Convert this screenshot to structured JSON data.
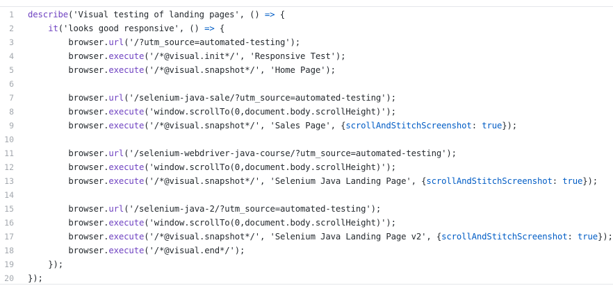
{
  "code": {
    "lines": [
      {
        "n": "1",
        "indent": 0,
        "tokens": [
          {
            "t": "describe",
            "k": "func"
          },
          {
            "t": "('Visual testing of landing pages', () ",
            "k": "plain"
          },
          {
            "t": "=>",
            "k": "kw"
          },
          {
            "t": " {",
            "k": "plain"
          }
        ]
      },
      {
        "n": "2",
        "indent": 4,
        "tokens": [
          {
            "t": "it",
            "k": "func"
          },
          {
            "t": "('looks good responsive', () ",
            "k": "plain"
          },
          {
            "t": "=>",
            "k": "kw"
          },
          {
            "t": " {",
            "k": "plain"
          }
        ]
      },
      {
        "n": "3",
        "indent": 8,
        "tokens": [
          {
            "t": "browser.",
            "k": "plain"
          },
          {
            "t": "url",
            "k": "func"
          },
          {
            "t": "('/?utm_source=automated-testing');",
            "k": "plain"
          }
        ]
      },
      {
        "n": "4",
        "indent": 8,
        "tokens": [
          {
            "t": "browser.",
            "k": "plain"
          },
          {
            "t": "execute",
            "k": "func"
          },
          {
            "t": "('/*@visual.init*/', 'Responsive Test');",
            "k": "plain"
          }
        ]
      },
      {
        "n": "5",
        "indent": 8,
        "tokens": [
          {
            "t": "browser.",
            "k": "plain"
          },
          {
            "t": "execute",
            "k": "func"
          },
          {
            "t": "('/*@visual.snapshot*/', 'Home Page');",
            "k": "plain"
          }
        ]
      },
      {
        "n": "6",
        "indent": 0,
        "tokens": []
      },
      {
        "n": "7",
        "indent": 8,
        "tokens": [
          {
            "t": "browser.",
            "k": "plain"
          },
          {
            "t": "url",
            "k": "func"
          },
          {
            "t": "('/selenium-java-sale/?utm_source=automated-testing');",
            "k": "plain"
          }
        ]
      },
      {
        "n": "8",
        "indent": 8,
        "tokens": [
          {
            "t": "browser.",
            "k": "plain"
          },
          {
            "t": "execute",
            "k": "func"
          },
          {
            "t": "('window.scrollTo(0,document.body.scrollHeight)');",
            "k": "plain"
          }
        ]
      },
      {
        "n": "9",
        "indent": 8,
        "tokens": [
          {
            "t": "browser.",
            "k": "plain"
          },
          {
            "t": "execute",
            "k": "func"
          },
          {
            "t": "('/*@visual.snapshot*/', 'Sales Page', {",
            "k": "plain"
          },
          {
            "t": "scrollAndStitchScreenshot",
            "k": "prop"
          },
          {
            "t": ": ",
            "k": "plain"
          },
          {
            "t": "true",
            "k": "kw"
          },
          {
            "t": "});",
            "k": "plain"
          }
        ]
      },
      {
        "n": "10",
        "indent": 0,
        "tokens": []
      },
      {
        "n": "11",
        "indent": 8,
        "tokens": [
          {
            "t": "browser.",
            "k": "plain"
          },
          {
            "t": "url",
            "k": "func"
          },
          {
            "t": "('/selenium-webdriver-java-course/?utm_source=automated-testing');",
            "k": "plain"
          }
        ]
      },
      {
        "n": "12",
        "indent": 8,
        "tokens": [
          {
            "t": "browser.",
            "k": "plain"
          },
          {
            "t": "execute",
            "k": "func"
          },
          {
            "t": "('window.scrollTo(0,document.body.scrollHeight)');",
            "k": "plain"
          }
        ]
      },
      {
        "n": "13",
        "indent": 8,
        "tokens": [
          {
            "t": "browser.",
            "k": "plain"
          },
          {
            "t": "execute",
            "k": "func"
          },
          {
            "t": "('/*@visual.snapshot*/', 'Selenium Java Landing Page', {",
            "k": "plain"
          },
          {
            "t": "scrollAndStitchScreenshot",
            "k": "prop"
          },
          {
            "t": ": ",
            "k": "plain"
          },
          {
            "t": "true",
            "k": "kw"
          },
          {
            "t": "});",
            "k": "plain"
          }
        ]
      },
      {
        "n": "14",
        "indent": 0,
        "tokens": []
      },
      {
        "n": "15",
        "indent": 8,
        "tokens": [
          {
            "t": "browser.",
            "k": "plain"
          },
          {
            "t": "url",
            "k": "func"
          },
          {
            "t": "('/selenium-java-2/?utm_source=automated-testing');",
            "k": "plain"
          }
        ]
      },
      {
        "n": "16",
        "indent": 8,
        "tokens": [
          {
            "t": "browser.",
            "k": "plain"
          },
          {
            "t": "execute",
            "k": "func"
          },
          {
            "t": "('window.scrollTo(0,document.body.scrollHeight)');",
            "k": "plain"
          }
        ]
      },
      {
        "n": "17",
        "indent": 8,
        "tokens": [
          {
            "t": "browser.",
            "k": "plain"
          },
          {
            "t": "execute",
            "k": "func"
          },
          {
            "t": "('/*@visual.snapshot*/', 'Selenium Java Landing Page v2', {",
            "k": "plain"
          },
          {
            "t": "scrollAndStitchScreenshot",
            "k": "prop"
          },
          {
            "t": ": ",
            "k": "plain"
          },
          {
            "t": "true",
            "k": "kw"
          },
          {
            "t": "});",
            "k": "plain"
          }
        ]
      },
      {
        "n": "18",
        "indent": 8,
        "tokens": [
          {
            "t": "browser.",
            "k": "plain"
          },
          {
            "t": "execute",
            "k": "func"
          },
          {
            "t": "('/*@visual.end*/');",
            "k": "plain"
          }
        ]
      },
      {
        "n": "19",
        "indent": 4,
        "tokens": [
          {
            "t": "});",
            "k": "plain"
          }
        ]
      },
      {
        "n": "20",
        "indent": 0,
        "tokens": [
          {
            "t": "});",
            "k": "plain"
          }
        ]
      }
    ]
  },
  "colors": {
    "function": "#6f42c1",
    "keyword": "#005cc5",
    "plain_text": "#24292e",
    "line_number": "#a3a8ae",
    "border": "#e4e6ea",
    "background": "#ffffff"
  }
}
